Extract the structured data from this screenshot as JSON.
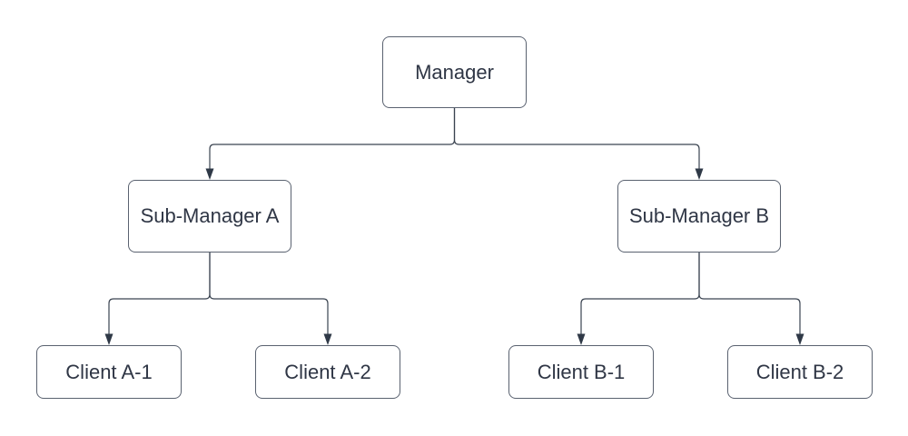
{
  "diagram": {
    "type": "org-chart-tree",
    "nodes": {
      "manager": {
        "label": "Manager",
        "level": 1
      },
      "sub_manager_a": {
        "label": "Sub-Manager A",
        "level": 2
      },
      "sub_manager_b": {
        "label": "Sub-Manager B",
        "level": 2
      },
      "client_a1": {
        "label": "Client A-1",
        "level": 3
      },
      "client_a2": {
        "label": "Client A-2",
        "level": 3
      },
      "client_b1": {
        "label": "Client B-1",
        "level": 3
      },
      "client_b2": {
        "label": "Client B-2",
        "level": 3
      }
    },
    "edges": [
      {
        "from": "Manager",
        "to": "Sub-Manager A",
        "style": "elbow",
        "arrow": "filled-triangle-at-target"
      },
      {
        "from": "Manager",
        "to": "Sub-Manager B",
        "style": "elbow",
        "arrow": "filled-triangle-at-target"
      },
      {
        "from": "Sub-Manager A",
        "to": "Client A-1",
        "style": "elbow",
        "arrow": "filled-triangle-at-target"
      },
      {
        "from": "Sub-Manager A",
        "to": "Client A-2",
        "style": "elbow",
        "arrow": "filled-triangle-at-target"
      },
      {
        "from": "Sub-Manager B",
        "to": "Client B-1",
        "style": "elbow",
        "arrow": "filled-triangle-at-target"
      },
      {
        "from": "Sub-Manager B",
        "to": "Client B-2",
        "style": "elbow",
        "arrow": "filled-triangle-at-target"
      }
    ],
    "colors": {
      "background": "#ffffff",
      "node_fill": "#ffffff",
      "node_border": "#5a6270",
      "connector": "#3a4350",
      "arrowhead": "#2f3947",
      "text": "#2f3645"
    }
  }
}
